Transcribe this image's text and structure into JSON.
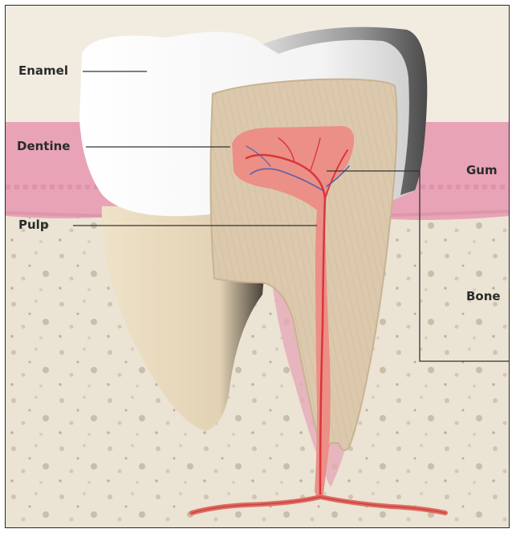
{
  "labels": {
    "enamel": "Enamel",
    "dentine": "Dentine",
    "pulp": "Pulp",
    "gum": "Gum",
    "bone": "Bone"
  },
  "colors": {
    "gum": "#e8a4b6",
    "bone": "#e9e1d2",
    "enamel": "#f5f5f5",
    "dentine": "#d9c7ab",
    "pulp": "#e8837a",
    "vessel_red": "#d8363b",
    "vessel_blue": "#5a5fa8"
  }
}
